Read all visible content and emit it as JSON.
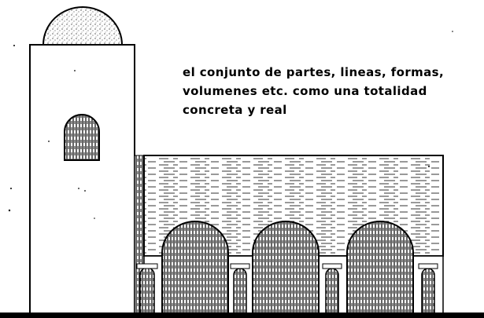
{
  "caption": {
    "line1": "el conjunto de partes, lineas, formas,",
    "line2": "volumenes etc. como una totalidad",
    "line3": "concreta y real"
  },
  "colors": {
    "ink": "#000000",
    "paper": "#ffffff"
  }
}
